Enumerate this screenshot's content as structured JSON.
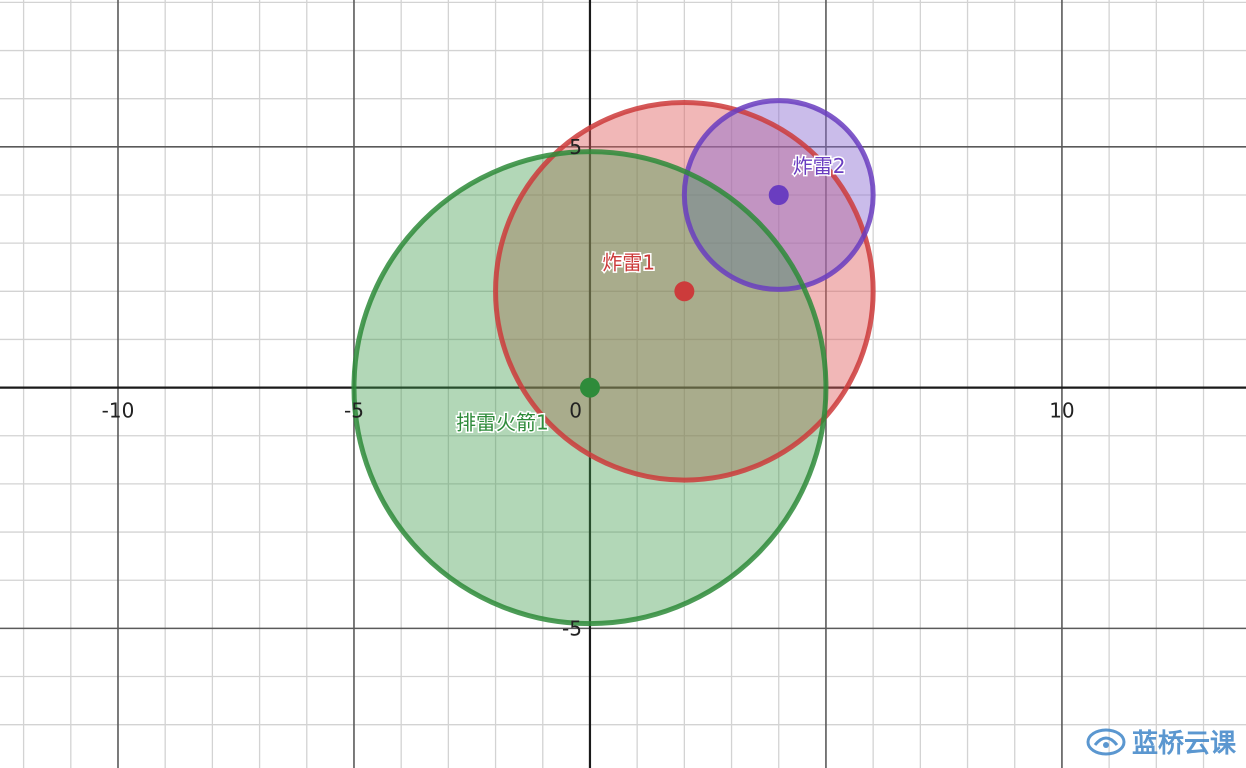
{
  "graph": {
    "x_range": [
      -12.5,
      13.9
    ],
    "y_range": [
      -7.9,
      8.05
    ],
    "minor_step": 1,
    "major_step": 5,
    "x_ticks": [
      {
        "value": -10,
        "label": "-10"
      },
      {
        "value": -5,
        "label": "-5"
      },
      {
        "value": 10,
        "label": "10"
      }
    ],
    "y_ticks": [
      {
        "value": 5,
        "label": "5"
      },
      {
        "value": -5,
        "label": "-5"
      }
    ],
    "origin_label": "0",
    "colors": {
      "minor_grid": "#d3d3d3",
      "major_grid": "#5a5a5a",
      "axis": "#1a1a1a"
    }
  },
  "circles": [
    {
      "id": "zhalei1",
      "label": "炸雷1",
      "cx": 2,
      "cy": 2,
      "r": 4,
      "stroke": "#cc3b3b",
      "fill": "#e06060",
      "fill_opacity": 0.45,
      "label_color": "#cc3b3b"
    },
    {
      "id": "zhalei2",
      "label": "炸雷2",
      "cx": 4,
      "cy": 4,
      "r": 2,
      "stroke": "#6a3dc0",
      "fill": "#8a6bd1",
      "fill_opacity": 0.45,
      "label_color": "#6a3dc0"
    },
    {
      "id": "paileihuojian1",
      "label": "排雷火箭1",
      "cx": 0,
      "cy": 0,
      "r": 5,
      "stroke": "#2e8b3a",
      "fill": "#3f9a4c",
      "fill_opacity": 0.4,
      "label_color": "#2e8b3a"
    }
  ],
  "watermark": {
    "text": "蓝桥云课",
    "icon": "lanqiao-logo-icon",
    "color": "#3f86c8"
  }
}
